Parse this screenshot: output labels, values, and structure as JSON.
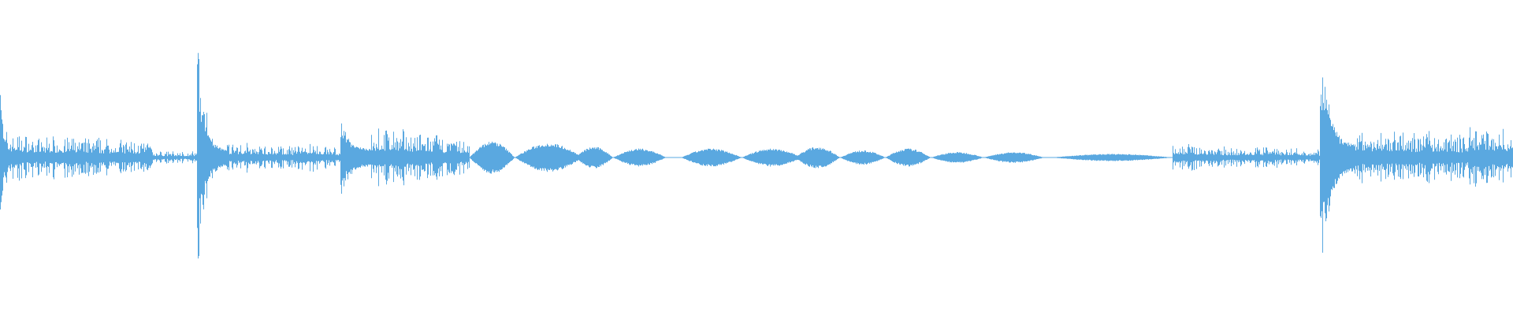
{
  "waveform": {
    "color": "#5aa8e0",
    "background": "#ffffff",
    "segments": [
      {
        "start": 0.0,
        "end": 0.002,
        "peak": 0.58,
        "base": 0.2,
        "decay": 0.0,
        "kind": "burst"
      },
      {
        "start": 0.002,
        "end": 0.03,
        "peak": 0.18,
        "base": 0.06,
        "decay": 0.6,
        "kind": "noise"
      },
      {
        "start": 0.03,
        "end": 0.1,
        "peak": 0.14,
        "base": 0.04,
        "decay": 0.4,
        "kind": "noise"
      },
      {
        "start": 0.1,
        "end": 0.13,
        "peak": 0.04,
        "base": 0.02,
        "decay": 0.2,
        "kind": "noise"
      },
      {
        "start": 0.13,
        "end": 0.15,
        "peak": 0.72,
        "base": 0.05,
        "decay": 0.8,
        "kind": "burst"
      },
      {
        "start": 0.15,
        "end": 0.195,
        "peak": 0.1,
        "base": 0.03,
        "decay": 0.5,
        "kind": "noise"
      },
      {
        "start": 0.195,
        "end": 0.225,
        "peak": 0.1,
        "base": 0.02,
        "decay": 0.5,
        "kind": "noise"
      },
      {
        "start": 0.225,
        "end": 0.245,
        "peak": 0.24,
        "base": 0.05,
        "decay": 0.6,
        "kind": "burst"
      },
      {
        "start": 0.245,
        "end": 0.31,
        "peak": 0.2,
        "base": 0.04,
        "decay": 0.6,
        "kind": "noise"
      },
      {
        "start": 0.31,
        "end": 0.34,
        "peak": 0.09,
        "base": 0.0,
        "decay": 0.0,
        "kind": "lobe"
      },
      {
        "start": 0.34,
        "end": 0.385,
        "peak": 0.08,
        "base": 0.0,
        "decay": 0.0,
        "kind": "lobe"
      },
      {
        "start": 0.38,
        "end": 0.405,
        "peak": 0.06,
        "base": 0.0,
        "decay": 0.0,
        "kind": "lobe"
      },
      {
        "start": 0.405,
        "end": 0.44,
        "peak": 0.05,
        "base": 0.0,
        "decay": 0.0,
        "kind": "lobe"
      },
      {
        "start": 0.45,
        "end": 0.49,
        "peak": 0.05,
        "base": 0.0,
        "decay": 0.0,
        "kind": "lobe"
      },
      {
        "start": 0.49,
        "end": 0.53,
        "peak": 0.05,
        "base": 0.0,
        "decay": 0.0,
        "kind": "lobe"
      },
      {
        "start": 0.525,
        "end": 0.555,
        "peak": 0.06,
        "base": 0.0,
        "decay": 0.0,
        "kind": "lobe"
      },
      {
        "start": 0.555,
        "end": 0.585,
        "peak": 0.04,
        "base": 0.0,
        "decay": 0.0,
        "kind": "lobe"
      },
      {
        "start": 0.585,
        "end": 0.615,
        "peak": 0.05,
        "base": 0.0,
        "decay": 0.0,
        "kind": "lobe"
      },
      {
        "start": 0.615,
        "end": 0.65,
        "peak": 0.03,
        "base": 0.0,
        "decay": 0.0,
        "kind": "lobe"
      },
      {
        "start": 0.65,
        "end": 0.69,
        "peak": 0.03,
        "base": 0.0,
        "decay": 0.0,
        "kind": "lobe"
      },
      {
        "start": 0.695,
        "end": 0.775,
        "peak": 0.02,
        "base": 0.0,
        "decay": 0.0,
        "kind": "lobe"
      },
      {
        "start": 0.775,
        "end": 0.82,
        "peak": 0.09,
        "base": 0.02,
        "decay": 0.5,
        "kind": "noise"
      },
      {
        "start": 0.82,
        "end": 0.872,
        "peak": 0.07,
        "base": 0.02,
        "decay": 0.4,
        "kind": "noise"
      },
      {
        "start": 0.872,
        "end": 0.895,
        "peak": 0.7,
        "base": 0.08,
        "decay": 0.8,
        "kind": "burst"
      },
      {
        "start": 0.895,
        "end": 0.97,
        "peak": 0.18,
        "base": 0.05,
        "decay": 0.3,
        "kind": "noise"
      },
      {
        "start": 0.97,
        "end": 1.0,
        "peak": 0.22,
        "base": 0.06,
        "decay": 0.3,
        "kind": "noise"
      }
    ]
  }
}
